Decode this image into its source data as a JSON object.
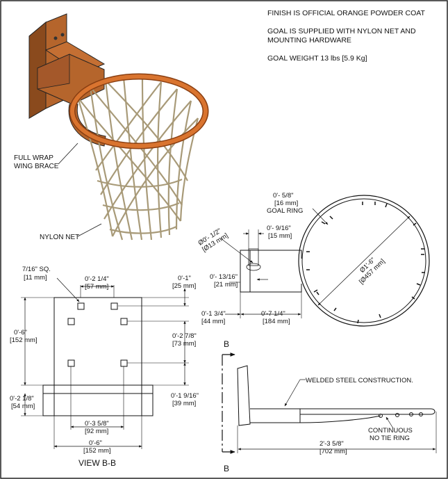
{
  "notes": [
    "FINISH IS OFFICIAL ORANGE POWDER COAT",
    "GOAL IS SUPPLIED WITH NYLON NET AND",
    "MOUNTING HARDWARE",
    "GOAL WEIGHT 13 lbs [5.9 Kg]"
  ],
  "callouts": {
    "wing_brace": [
      "FULL WRAP",
      "WING BRACE"
    ],
    "nylon_net": "NYLON NET",
    "welded": "WELDED STEEL CONSTRUCTION.",
    "tie_ring": [
      "CONTINUOUS",
      "NO TIE RING"
    ],
    "goal_ring": [
      "0'- 5/8\"",
      "[16 mm]",
      "GOAL RING"
    ]
  },
  "view_label": "VIEW B-B",
  "section_marks": [
    "B",
    "B"
  ],
  "dims_view": {
    "sq_hole": [
      "7/16\" SQ.",
      "[11 mm]"
    ],
    "hole_spacing": [
      "0'-2 1/4\"",
      "[57 mm]"
    ],
    "top_offset": [
      "0'-1\"",
      "[25 mm]"
    ],
    "height": [
      "0'-6\"",
      "[152 mm]"
    ],
    "vert_spacing": [
      "0'-2 7/8\"",
      "[73 mm]"
    ],
    "bottom_tab": [
      "0'-2 1/8\"",
      "[54 mm]"
    ],
    "bottom_offset": [
      "0'-1 9/16\"",
      "[39 mm]"
    ],
    "lower_spacing": [
      "0'-3 5/8\"",
      "[92 mm]"
    ],
    "width": [
      "0'-6\"",
      "[152 mm]"
    ]
  },
  "dims_ring": {
    "rod_dia": [
      "Ø0'- 1/2\"",
      "[Ø13 mm]"
    ],
    "gap": [
      "0'- 9/16\"",
      "[15 mm]"
    ],
    "bracket_inner": [
      "0'- 13/16\"",
      "[21 mm]"
    ],
    "bracket_depth": [
      "0'-1 3/4\"",
      "[44 mm]"
    ],
    "ring_offset": [
      "0'-7 1/4\"",
      "[184 mm]"
    ],
    "ring_dia": [
      "Ø1'-6\"",
      "[Ø457 mm]"
    ]
  },
  "dims_side": {
    "overall": [
      "2'-3 5/8\"",
      "[702 mm]"
    ]
  },
  "colors": {
    "orange": "#c8662a",
    "bracket": "#b5652c",
    "bracket_dark": "#8a4a1d",
    "net": "#a89a78",
    "line": "#111111"
  }
}
